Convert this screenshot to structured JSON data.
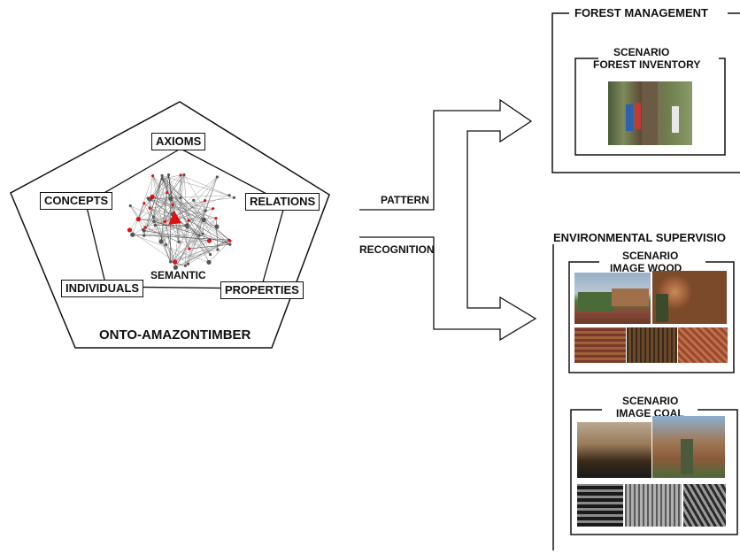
{
  "ontology": {
    "name": "ONTO-AMAZONTIMBER",
    "center_label": "SEMANTIC",
    "nodes": {
      "axioms": "AXIOMS",
      "concepts": "CONCEPTS",
      "relations": "RELATIONS",
      "individuals": "INDIVIDUALS",
      "properties": "PROPERTIES"
    }
  },
  "arrow_labels": {
    "top": "PATTERN",
    "bottom": "RECOGNITION"
  },
  "forest_management": {
    "title": "FOREST MANAGEMENT",
    "scenario_line1": "SCENARIO",
    "scenario_line2": "FOREST INVENTORY"
  },
  "environmental_supervision": {
    "title": "ENVIRONMENTAL SUPERVISIO",
    "wood": {
      "line1": "SCENARIO",
      "line2": "IMAGE WOOD"
    },
    "coal": {
      "line1": "SCENARIO",
      "line2": "IMAGE COAL"
    }
  }
}
